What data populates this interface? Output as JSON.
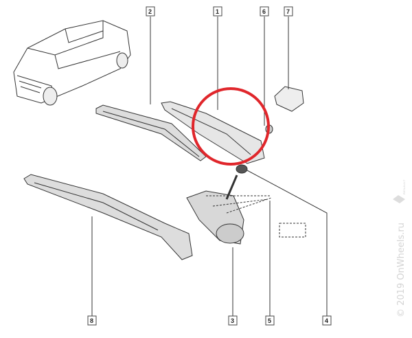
{
  "callouts": {
    "c1": "1",
    "c2": "2",
    "c3": "3",
    "c4": "4",
    "c5": "5",
    "c6": "6",
    "c7": "7",
    "c8": "8"
  },
  "highlight": {
    "color": "#e0262b",
    "target": "1"
  },
  "watermark": {
    "text": "© 2019 OnWheels.ru",
    "brand": "RENAULT"
  }
}
